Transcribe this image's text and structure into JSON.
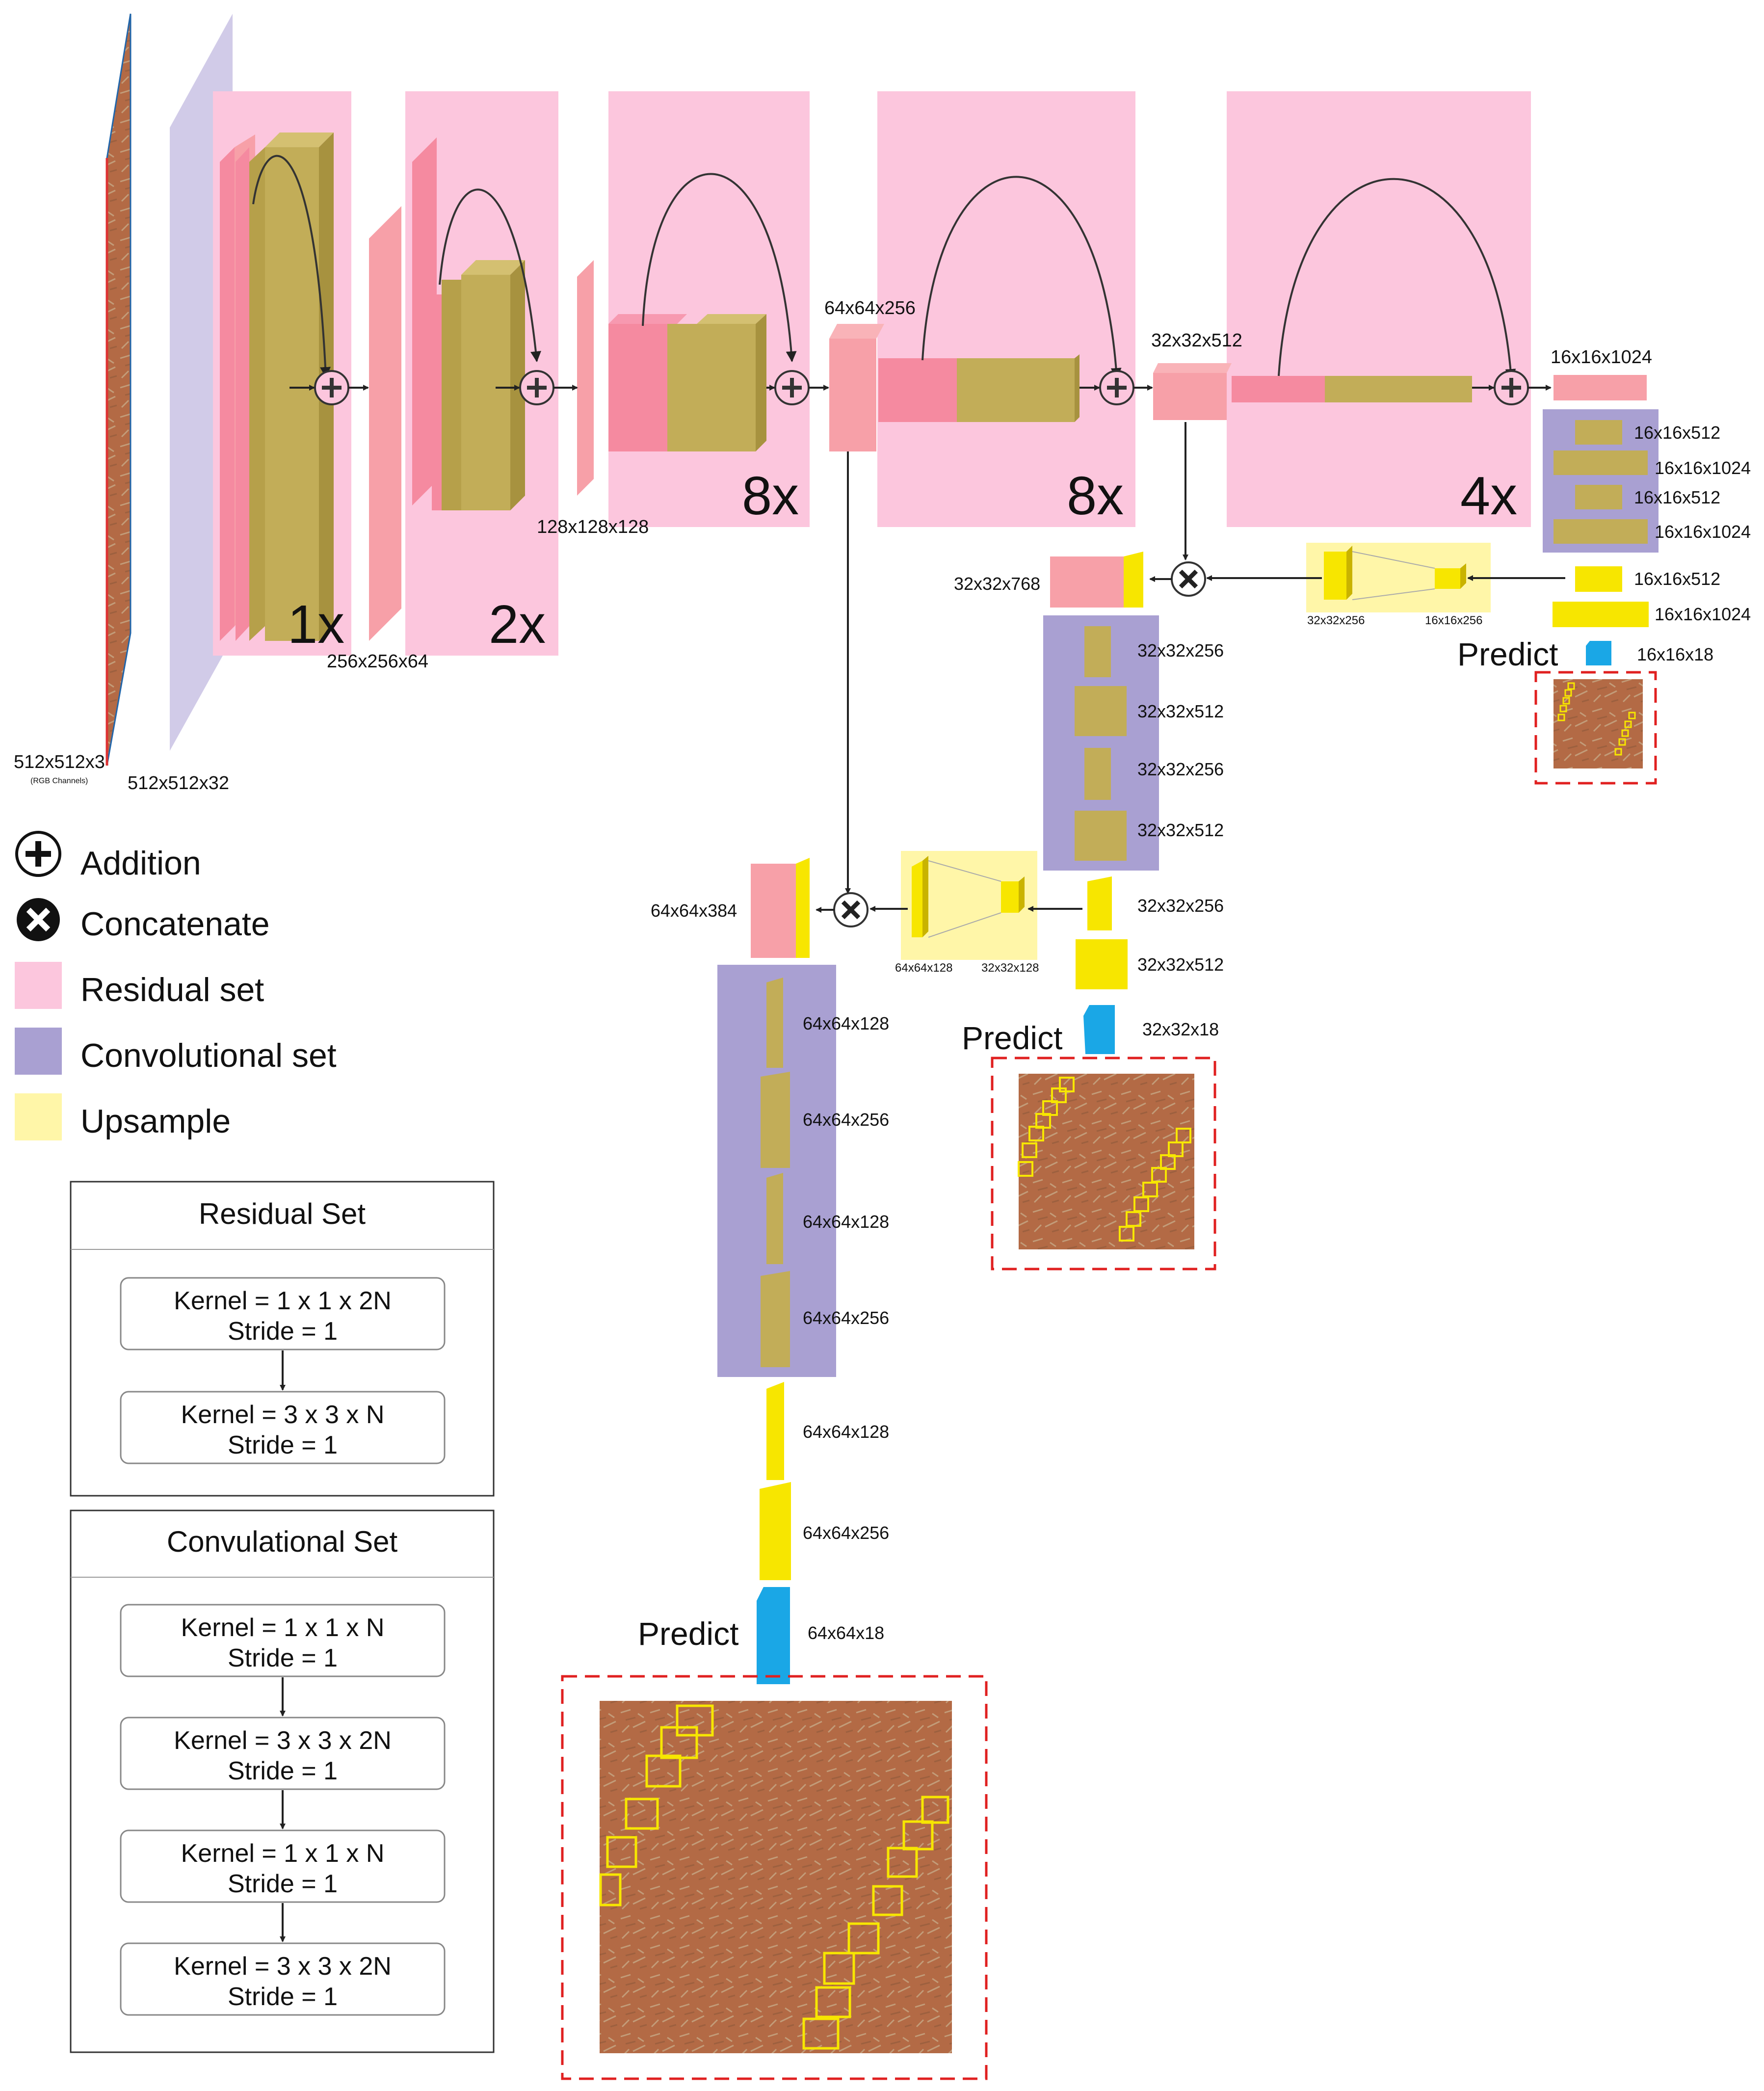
{
  "colors": {
    "residual": "#fcc6dd",
    "convolutional": "#a9a0d2",
    "upsample": "#fff6a8",
    "featPink": "#f7a0a8",
    "featKhaki": "#c2ad58",
    "featYellow": "#f7e600",
    "featBlue": "#1aa7e6",
    "inputPurple": "#c9c2e4",
    "predictBorder": "#e02020"
  },
  "input": {
    "size": "512x512x3",
    "note": "(RGB Channels)"
  },
  "first_conv": {
    "size": "512x512x32"
  },
  "residual_blocks": [
    {
      "repeat": "1x",
      "out_size": "256x256x64"
    },
    {
      "repeat": "2x",
      "out_size": "128x128x128"
    },
    {
      "repeat": "8x",
      "out_size": "64x64x256"
    },
    {
      "repeat": "8x",
      "out_size": "32x32x512"
    },
    {
      "repeat": "4x",
      "out_size": "16x16x1024"
    }
  ],
  "scale3": {
    "conv_set": [
      "16x16x512",
      "16x16x1024",
      "16x16x512",
      "16x16x1024"
    ],
    "head": [
      "16x16x512",
      "16x16x1024"
    ],
    "output": "16x16x18",
    "upsample_from": "16x16x256",
    "upsample_to": "32x32x256"
  },
  "scale2": {
    "concat": "32x32x768",
    "conv_set": [
      "32x32x256",
      "32x32x512",
      "32x32x256",
      "32x32x512"
    ],
    "head": [
      "32x32x256",
      "32x32x512"
    ],
    "output": "32x32x18",
    "upsample_from": "32x32x128",
    "upsample_to": "64x64x128"
  },
  "scale1": {
    "concat": "64x64x384",
    "conv_set": [
      "64x64x128",
      "64x64x256",
      "64x64x128",
      "64x64x256"
    ],
    "head": [
      "64x64x128",
      "64x64x256"
    ],
    "output": "64x64x18"
  },
  "predict_label": "Predict",
  "legend": [
    "Addition",
    "Concatenate",
    "Residual set",
    "Convolutional set",
    "Upsample"
  ],
  "residual_set_box": {
    "title": "Residual Set",
    "steps": [
      {
        "kernel": "Kernel = 1 x 1 x 2N",
        "stride": "Stride = 1"
      },
      {
        "kernel": "Kernel = 3 x 3 x N",
        "stride": "Stride = 1"
      }
    ]
  },
  "conv_set_box": {
    "title": "Convulational Set",
    "steps": [
      {
        "kernel": "Kernel = 1 x 1 x N",
        "stride": "Stride = 1"
      },
      {
        "kernel": "Kernel = 3 x 3 x 2N",
        "stride": "Stride = 1"
      },
      {
        "kernel": "Kernel = 1 x 1 x N",
        "stride": "Stride = 1"
      },
      {
        "kernel": "Kernel = 3 x 3 x 2N",
        "stride": "Stride = 1"
      }
    ]
  }
}
